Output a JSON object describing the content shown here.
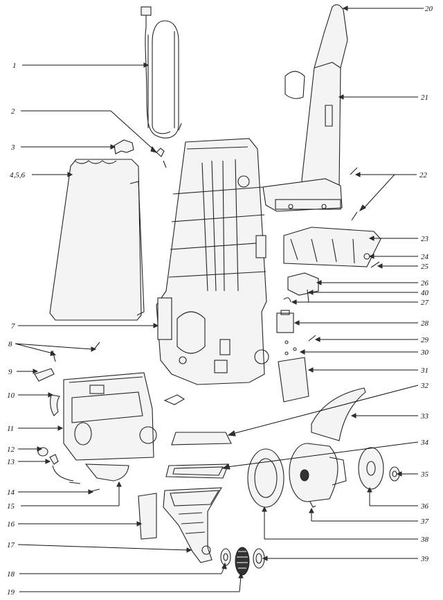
{
  "diagram": {
    "callouts": [
      {
        "id": "c1",
        "text": "1"
      },
      {
        "id": "c2",
        "text": "2"
      },
      {
        "id": "c3",
        "text": "3"
      },
      {
        "id": "c456",
        "text": "4,5,6"
      },
      {
        "id": "c7",
        "text": "7"
      },
      {
        "id": "c8",
        "text": "8"
      },
      {
        "id": "c9",
        "text": "9"
      },
      {
        "id": "c10",
        "text": "10"
      },
      {
        "id": "c11",
        "text": "11"
      },
      {
        "id": "c12",
        "text": "12"
      },
      {
        "id": "c13",
        "text": "13"
      },
      {
        "id": "c14",
        "text": "14"
      },
      {
        "id": "c15",
        "text": "15"
      },
      {
        "id": "c16",
        "text": "16"
      },
      {
        "id": "c17",
        "text": "17"
      },
      {
        "id": "c18",
        "text": "18"
      },
      {
        "id": "c19",
        "text": "19"
      },
      {
        "id": "c20",
        "text": "20"
      },
      {
        "id": "c21",
        "text": "21"
      },
      {
        "id": "c22",
        "text": "22"
      },
      {
        "id": "c23",
        "text": "23"
      },
      {
        "id": "c24",
        "text": "24"
      },
      {
        "id": "c25",
        "text": "25"
      },
      {
        "id": "c26",
        "text": "26"
      },
      {
        "id": "c40",
        "text": "40"
      },
      {
        "id": "c27",
        "text": "27"
      },
      {
        "id": "c28",
        "text": "28"
      },
      {
        "id": "c29",
        "text": "29"
      },
      {
        "id": "c30",
        "text": "30"
      },
      {
        "id": "c31",
        "text": "31"
      },
      {
        "id": "c32",
        "text": "32"
      },
      {
        "id": "c33",
        "text": "33"
      },
      {
        "id": "c34",
        "text": "34"
      },
      {
        "id": "c35",
        "text": "35"
      },
      {
        "id": "c36",
        "text": "36"
      },
      {
        "id": "c37",
        "text": "37"
      },
      {
        "id": "c38",
        "text": "38"
      },
      {
        "id": "c39",
        "text": "39"
      }
    ]
  }
}
